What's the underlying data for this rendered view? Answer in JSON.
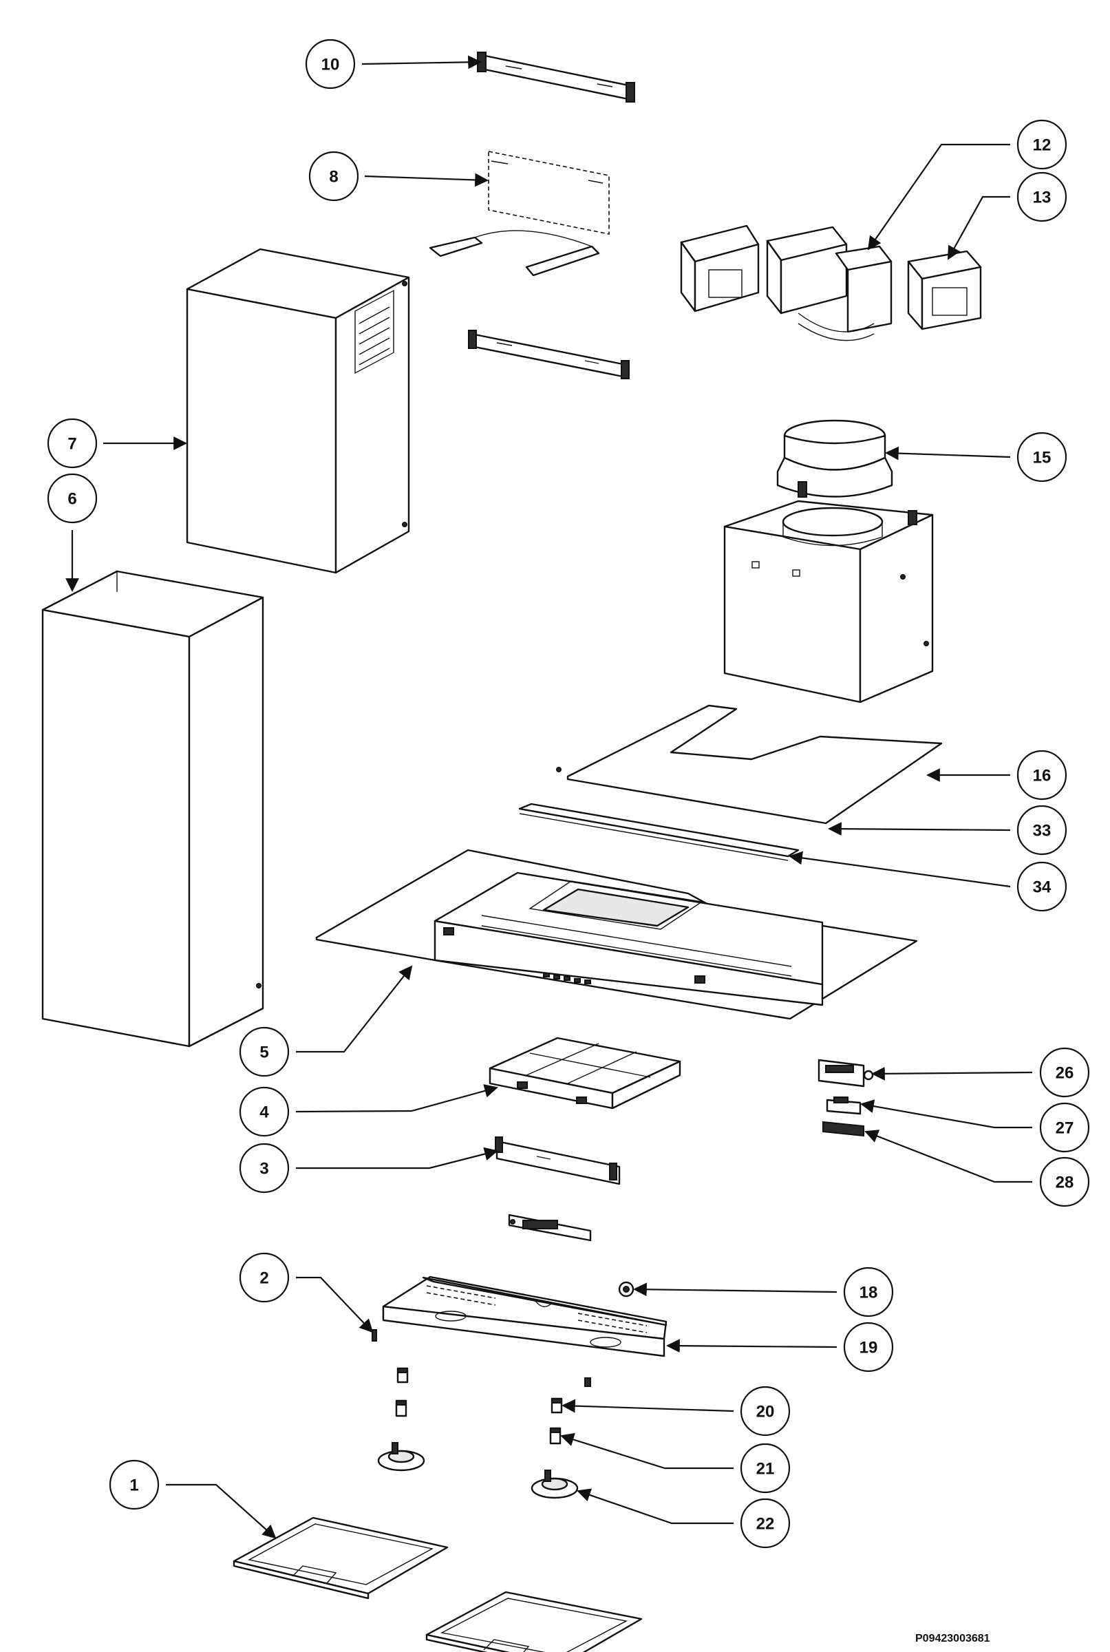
{
  "drawing_id": "P09423003681",
  "callouts": [
    "10",
    "8",
    "12",
    "13",
    "7",
    "6",
    "15",
    "16",
    "33",
    "34",
    "5",
    "4",
    "26",
    "27",
    "28",
    "3",
    "2",
    "18",
    "19",
    "20",
    "21",
    "22",
    "1"
  ],
  "colors": {
    "line": "#111111",
    "background": "#ffffff",
    "shading": "#e8e8e8"
  }
}
